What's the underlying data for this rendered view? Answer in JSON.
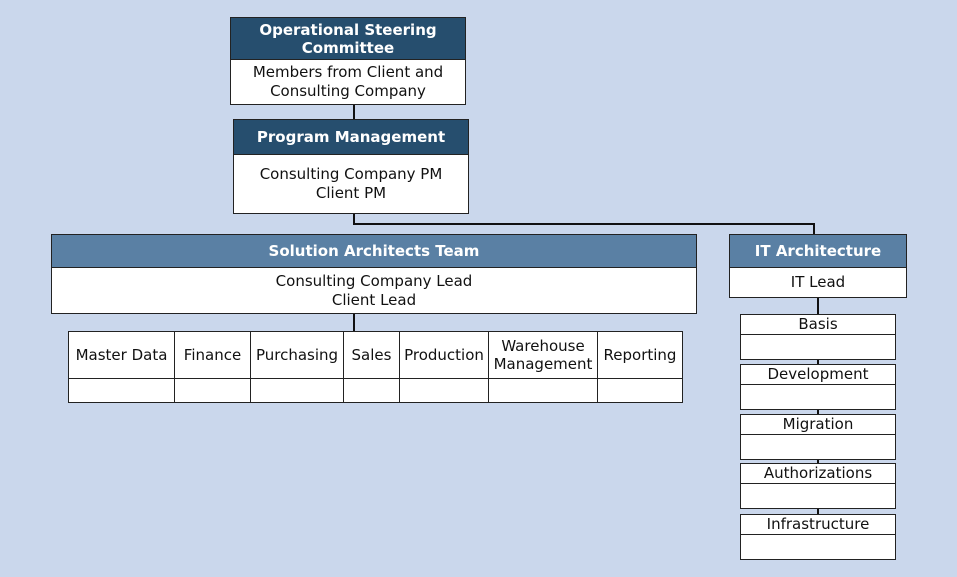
{
  "steering": {
    "title": "Operational Steering\nCommittee",
    "body": "Members from Client and\nConsulting Company"
  },
  "program": {
    "title": "Program Management",
    "body": "Consulting Company PM\nClient PM"
  },
  "architects": {
    "title": "Solution Architects Team",
    "body": "Consulting Company Lead\nClient Lead",
    "functions": [
      "Master Data",
      "Finance",
      "Purchasing",
      "Sales",
      "Production",
      "Warehouse\nManagement",
      "Reporting"
    ]
  },
  "it": {
    "title": "IT Architecture",
    "body": "IT Lead",
    "teams": [
      "Basis",
      "Development",
      "Migration",
      "Authorizations",
      "Infrastructure"
    ]
  },
  "colors": {
    "background": "#cad7ec",
    "header_dark": "#264e6e",
    "header_mid": "#5a80a4"
  }
}
